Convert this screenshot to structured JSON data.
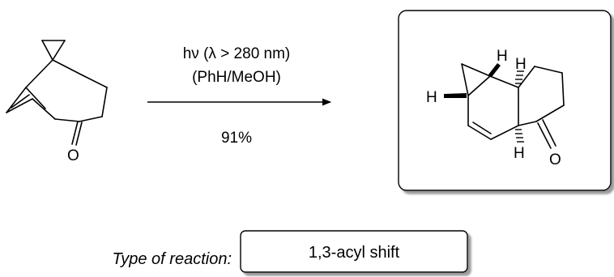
{
  "scheme": {
    "reactant": {
      "atoms": {
        "carbonyl_oxygen": "O"
      }
    },
    "conditions": {
      "line1": "hν (λ > 280 nm)",
      "line2": "(PhH/MeOH)",
      "yield": "91%"
    },
    "product": {
      "atoms": {
        "h_top_1": "H",
        "h_top_2": "H",
        "h_left": "H",
        "h_bottom": "H",
        "carbonyl_oxygen": "O"
      }
    },
    "reaction_type": {
      "label": "Type of reaction:",
      "value": "1,3-acyl shift"
    }
  }
}
